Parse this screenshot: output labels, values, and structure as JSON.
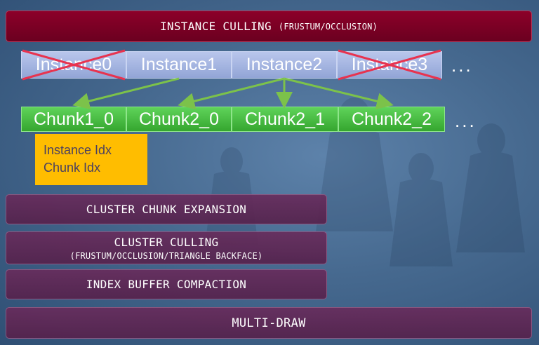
{
  "stages": {
    "instance_culling": {
      "title": "INSTANCE CULLING",
      "subtitle": "(FRUSTUM/OCCLUSION)"
    },
    "cluster_chunk_expansion": {
      "title": "CLUSTER CHUNK EXPANSION"
    },
    "cluster_culling": {
      "title": "CLUSTER CULLING",
      "subtitle": "(FRUSTUM/OCCLUSION/TRIANGLE BACKFACE)"
    },
    "index_buffer_compaction": {
      "title": "INDEX BUFFER COMPACTION"
    },
    "multi_draw": {
      "title": "MULTI-DRAW"
    }
  },
  "instances": [
    {
      "label": "Instance0",
      "culled": true
    },
    {
      "label": "Instance1",
      "culled": false
    },
    {
      "label": "Instance2",
      "culled": false
    },
    {
      "label": "Instance3",
      "culled": true
    }
  ],
  "instances_ellipsis": "...",
  "chunks": [
    "Chunk1_0",
    "Chunk2_0",
    "Chunk2_1",
    "Chunk2_2"
  ],
  "chunks_ellipsis": "...",
  "chunk_info": {
    "line1": "Instance Idx",
    "line2": "Chunk Idx"
  },
  "colors": {
    "instance_culling_bg": "#7a0025",
    "stage_bg": "#5e2652",
    "instance_fill": "#a6b5e2",
    "chunk_fill": "#48bd42",
    "note_fill": "#ffbd00",
    "cull_mark": "#e8334f",
    "arrow": "#7cc24a"
  }
}
